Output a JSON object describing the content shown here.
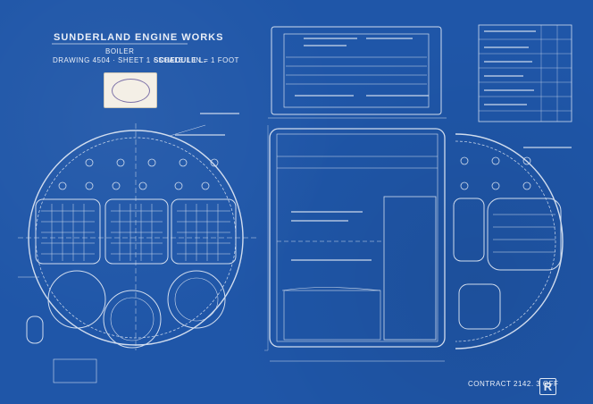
{
  "drawing": {
    "title": "SUNDERLAND ENGINE WORKS",
    "subtitle": "BOILER",
    "drawing_line": "DRAWING 4504 · SHEET 1 · SCALE 1 IN = 1 FOOT",
    "schedule": "SCHEDULE L.",
    "contract": "CONTRACT 2142. 3 OFF",
    "logo_letter": "R",
    "colors": {
      "blueprint": "#1f56a8",
      "ink": "#e9eef7",
      "stamp_paper": "#f4efe6"
    }
  }
}
